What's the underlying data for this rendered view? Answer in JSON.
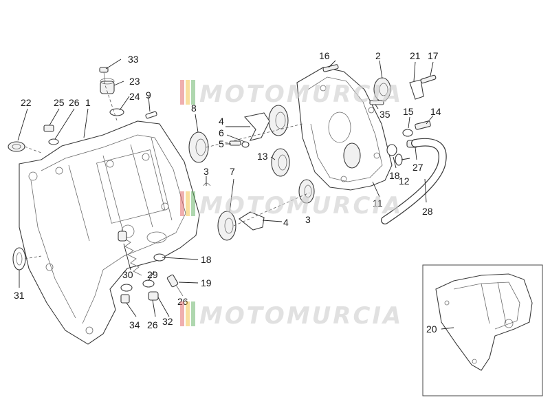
{
  "diagram": {
    "callouts": [
      {
        "id": "c1",
        "label": "1"
      },
      {
        "id": "c2",
        "label": "2"
      },
      {
        "id": "c3a",
        "label": "3"
      },
      {
        "id": "c3b",
        "label": "3"
      },
      {
        "id": "c4a",
        "label": "4"
      },
      {
        "id": "c4b",
        "label": "4"
      },
      {
        "id": "c5",
        "label": "5"
      },
      {
        "id": "c6",
        "label": "6"
      },
      {
        "id": "c7",
        "label": "7"
      },
      {
        "id": "c8",
        "label": "8"
      },
      {
        "id": "c9",
        "label": "9"
      },
      {
        "id": "c11",
        "label": "11"
      },
      {
        "id": "c12",
        "label": "12"
      },
      {
        "id": "c13",
        "label": "13"
      },
      {
        "id": "c14",
        "label": "14"
      },
      {
        "id": "c15",
        "label": "15"
      },
      {
        "id": "c16",
        "label": "16"
      },
      {
        "id": "c17",
        "label": "17"
      },
      {
        "id": "c18a",
        "label": "18"
      },
      {
        "id": "c18b",
        "label": "18"
      },
      {
        "id": "c19",
        "label": "19"
      },
      {
        "id": "c20",
        "label": "20"
      },
      {
        "id": "c21",
        "label": "21"
      },
      {
        "id": "c22",
        "label": "22"
      },
      {
        "id": "c23",
        "label": "23"
      },
      {
        "id": "c24",
        "label": "24"
      },
      {
        "id": "c25",
        "label": "25"
      },
      {
        "id": "c26a",
        "label": "26"
      },
      {
        "id": "c26b",
        "label": "26"
      },
      {
        "id": "c26c",
        "label": "26"
      },
      {
        "id": "c27",
        "label": "27"
      },
      {
        "id": "c28",
        "label": "28"
      },
      {
        "id": "c29",
        "label": "29"
      },
      {
        "id": "c30",
        "label": "30"
      },
      {
        "id": "c31",
        "label": "31"
      },
      {
        "id": "c32",
        "label": "32"
      },
      {
        "id": "c33",
        "label": "33"
      },
      {
        "id": "c34",
        "label": "34"
      },
      {
        "id": "c35",
        "label": "35"
      }
    ]
  },
  "watermark": {
    "text": "MOTOMURCIA",
    "stripe_colors": [
      "#e06060",
      "#f0c040",
      "#60b060"
    ]
  }
}
